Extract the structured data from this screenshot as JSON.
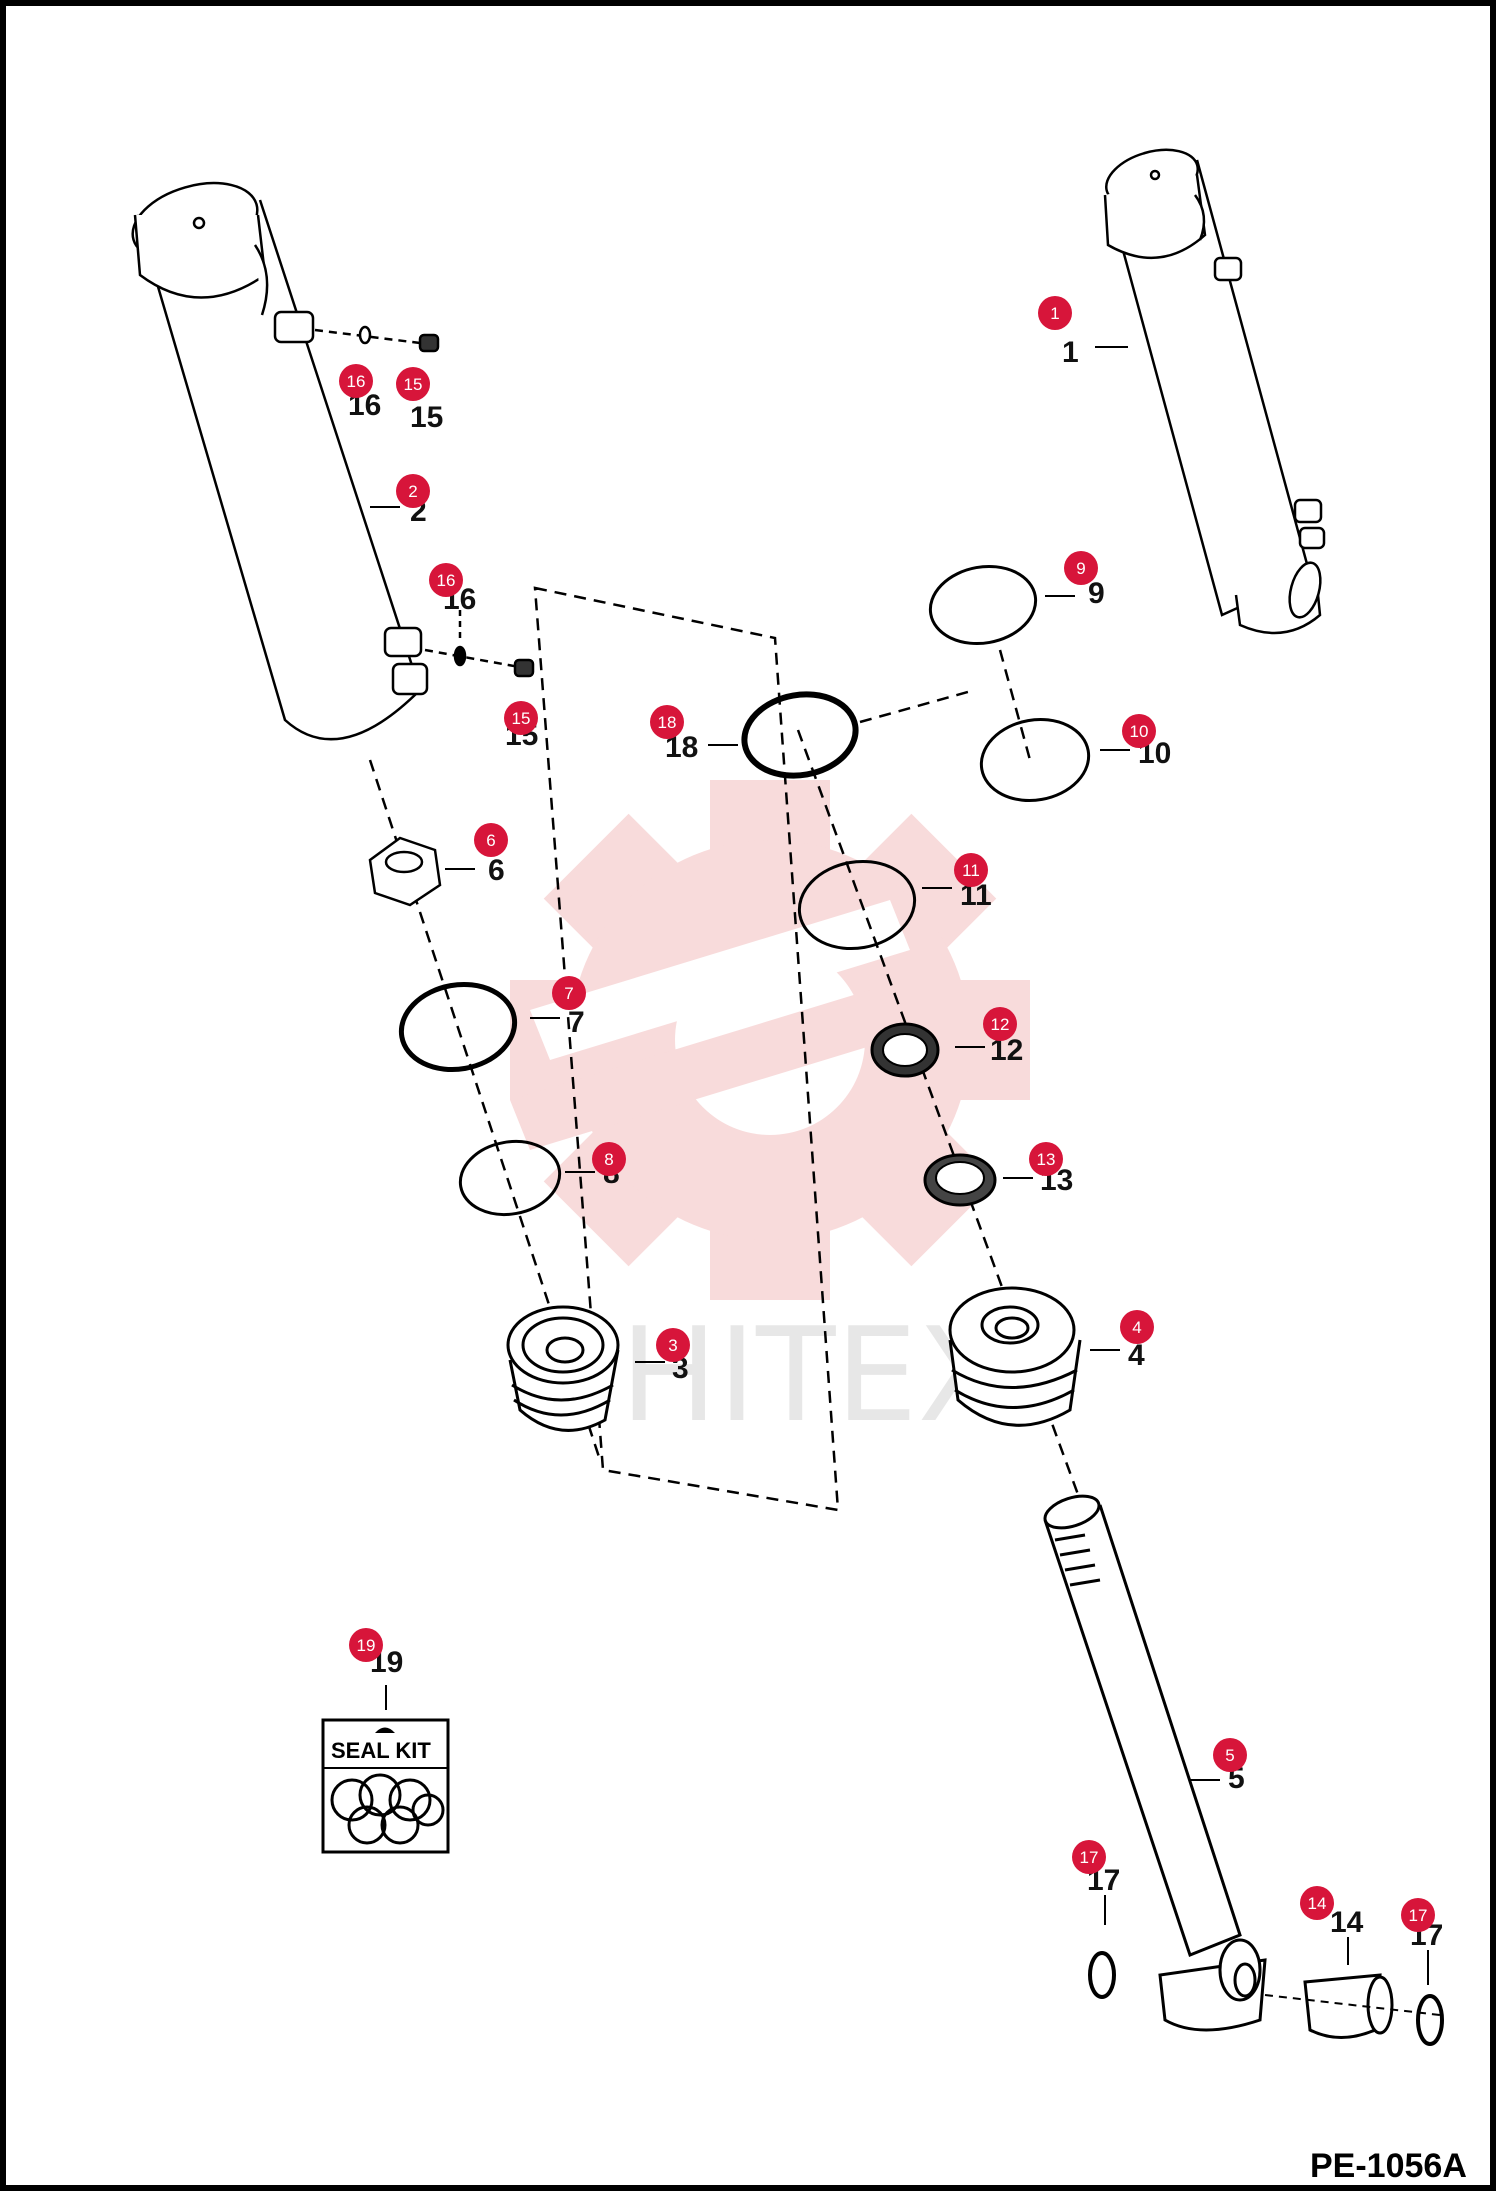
{
  "drawing_code": "PE-1056A",
  "seal_kit_label": "SEAL KIT",
  "watermark": "HITEX",
  "colors": {
    "badge": "#d7153a",
    "line": "#000000",
    "watermark": "#f2b8b8"
  },
  "parts": [
    {
      "id": "1",
      "label": "1"
    },
    {
      "id": "2",
      "label": "2"
    },
    {
      "id": "3",
      "label": "3"
    },
    {
      "id": "4",
      "label": "4"
    },
    {
      "id": "5",
      "label": "5"
    },
    {
      "id": "6",
      "label": "6"
    },
    {
      "id": "7",
      "label": "7"
    },
    {
      "id": "8",
      "label": "8"
    },
    {
      "id": "9",
      "label": "9"
    },
    {
      "id": "10",
      "label": "10"
    },
    {
      "id": "11",
      "label": "11"
    },
    {
      "id": "12",
      "label": "12"
    },
    {
      "id": "13",
      "label": "13"
    },
    {
      "id": "14",
      "label": "14"
    },
    {
      "id": "15a",
      "label": "15"
    },
    {
      "id": "15b",
      "label": "15"
    },
    {
      "id": "16a",
      "label": "16"
    },
    {
      "id": "16b",
      "label": "16"
    },
    {
      "id": "17a",
      "label": "17"
    },
    {
      "id": "17b",
      "label": "17"
    },
    {
      "id": "18",
      "label": "18"
    },
    {
      "id": "19",
      "label": "19"
    }
  ]
}
